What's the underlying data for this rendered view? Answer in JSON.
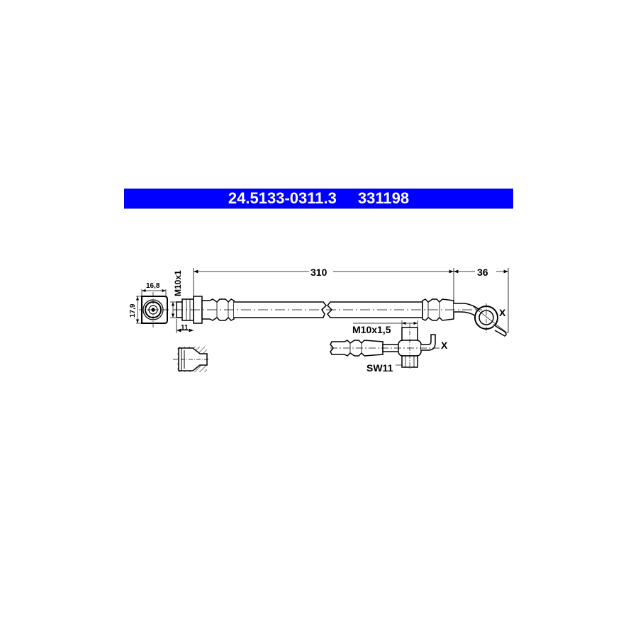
{
  "header": {
    "part_number": "24.5133-0311.3",
    "reference_number": "331198",
    "background_color": "#0000ff",
    "text_color": "#ffffff"
  },
  "drawing": {
    "dimensions": {
      "length": "310",
      "end_offset": "36",
      "thread_left": "M10x1",
      "fitting_length": "11",
      "end_width": "16,8",
      "end_height": "17,9",
      "thread_detail": "M10x1,5",
      "wrench_size": "SW11"
    },
    "markers": {
      "x_main": "X",
      "x_detail": "X"
    }
  }
}
